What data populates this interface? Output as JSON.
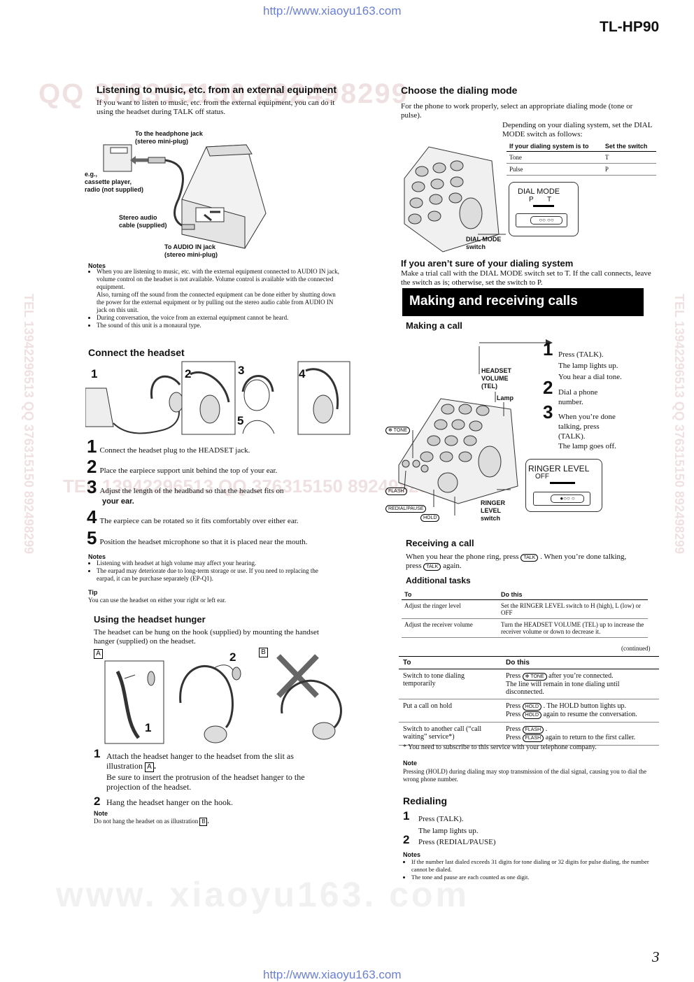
{
  "header": {
    "url_top": "http://www.xiaoyu163.com",
    "model": "TL-HP90",
    "url_bottom": "http://www.xiaoyu163.com",
    "page_number": "3"
  },
  "watermarks": {
    "qq_top": "QQ 376315150  892498299",
    "bottom_big": "www. xiaoyu163. com",
    "tel_right": "TEL 13942296513  QQ 376315150  892498299",
    "mid_tel": "TEL 13942296513  QQ 376315150  892498299"
  },
  "external": {
    "title": "Listening to music, etc. from an external equipment",
    "intro": "If you want to listen to music, etc. from the external equipment, you can do it using the headset during TALK off status.",
    "label_headphone": "To the headphone jack\n(stereo mini-plug)",
    "label_eg": "e.g.,\ncassette player,\nradio (not supplied)",
    "label_cable": "Stereo audio\ncable (supplied)",
    "label_audioin": "To AUDIO IN jack\n(stereo mini-plug)",
    "notes_title": "Notes",
    "notes": [
      "When you are listening to music, etc. with the external equipment connected to AUDIO IN jack, volume control on the headset is not available. Volume control is available with the connected equipment.\nAlso, turning off the sound from the connected equipment can be done either by shutting down the power for the external equipment or by pulling out the stereo audio cable from AUDIO IN jack on this unit.",
      "During conversation, the voice from an external equipment cannot be heard.",
      "The sound of this unit is a monaural type."
    ]
  },
  "connect": {
    "title": "Connect the headset",
    "fig_nums": [
      "1",
      "2",
      "3",
      "4",
      "5"
    ],
    "steps": [
      {
        "num": "1",
        "text": "Connect the headset plug to the HEADSET jack."
      },
      {
        "num": "2",
        "text": "Place the earpiece support unit behind the top of your ear."
      },
      {
        "num": "3",
        "text": "Adjust the length of the headband so that the headset fits on",
        "text2": "your ear."
      },
      {
        "num": "4",
        "text": "The earpiece can be rotated so it fits comfortably over either ear."
      },
      {
        "num": "5",
        "text": "Position the headset microphone so that it is placed near the mouth."
      }
    ],
    "notes_title": "Notes",
    "notes": [
      "Listening with headset at high volume may affect your hearing.",
      "The earpad may deteriorate due to long-term storage or use. If you need to replacing the earpad, it can be purchase separately (EP-Q1)."
    ],
    "tip_title": "Tip",
    "tip": "You can use the headset on either your right or left ear."
  },
  "hunger": {
    "title": "Using the headset hunger",
    "intro": "The headset can be hung on the hook (supplied) by mounting the handset hanger (supplied) on the headset.",
    "fig_a": "A",
    "fig_b": "B",
    "fig_1": "1",
    "fig_2": "2",
    "step1_num": "1",
    "step1_a": "Attach the headset hanger to the headset from the slit as",
    "step1_b": "illustration",
    "step1_box": "A",
    "step1_c": "Be sure to insert the protrusion of the headset hanger to the projection of the headset.",
    "step2_num": "2",
    "step2": "Hang the headset hanger on the hook.",
    "note_title": "Note",
    "note": "Do not hang the headset on as illustration",
    "note_box": "B"
  },
  "dialing": {
    "title": "Choose the dialing mode",
    "intro": "For the phone to work properly, select an appropriate dialing mode (tone or pulse).",
    "depending": "Depending on your dialing system, set the DIAL MODE switch as follows:",
    "table_head": [
      "If your dialing system is to",
      "Set the  switch"
    ],
    "table_rows": [
      [
        "Tone",
        "T"
      ],
      [
        "Pulse",
        "P"
      ]
    ],
    "switch_title": "DIAL  MODE",
    "switch_p": "P",
    "switch_t": "T",
    "switch_label": "DIAL MODE\nswitch",
    "unsure_title": "If you aren’t sure of your dialing system",
    "unsure_text": "Make a trial call with the DIAL MODE switch set to T. If the call connects, leave the switch as is; otherwise, set the switch to P."
  },
  "calls": {
    "banner": "Making and receiving calls",
    "making_title": "Making a call",
    "label_headset_vol": "HEADSET\nVOLUME\n(TEL)",
    "label_lamp": "Lamp",
    "label_tone": "✻ TONE",
    "label_flash": "FLASH",
    "label_redial": "REDIAL/PAUSE",
    "label_hold": "HOLD",
    "label_ringer_sw": "RINGER\nLEVEL\nswitch",
    "ringer_title": "RINGER LEVEL",
    "ringer_off": "OFF",
    "steps": [
      {
        "num": "1",
        "lines": [
          "Press  (TALK).",
          "The lamp lights up.",
          "You hear a dial tone."
        ]
      },
      {
        "num": "2",
        "lines": [
          "Dial a phone",
          "number."
        ]
      },
      {
        "num": "3",
        "lines": [
          "When you’re done",
          "talking, press",
          "(TALK).",
          "The lamp goes off."
        ]
      }
    ],
    "receiving_title": "Receiving a call",
    "receiving_a": "When you hear the phone ring, press",
    "receiving_talk": "TALK",
    "receiving_b": ". When you’re done talking,",
    "receiving_c": "press",
    "receiving_d": "again.",
    "additional_title": "Additional tasks",
    "tasks_head": [
      "To",
      "Do this"
    ],
    "tasks_rows": [
      [
        "Adjust the ringer level",
        "Set the RINGER LEVEL switch to H (high), L (low) or OFF"
      ],
      [
        "Adjust the receiver volume",
        "Turn the HEADSET VOLUME (TEL) up to increase the receiver volume or down to decrease it."
      ]
    ],
    "continued": "(continued)",
    "tasks2_head": [
      "To",
      "Do this"
    ],
    "tasks2_rows": [
      {
        "to": "Switch to tone dialing temporarily",
        "pre": "Press",
        "pill": "✻ TONE",
        "post": "after you’re connected.\nThe line will remain in tone dialing until disconnected.",
        "pre2": "",
        "pill2": "",
        "post2": ""
      },
      {
        "to": "Put a call on hold",
        "pre": "Press",
        "pill": "HOLD",
        "post": ". The HOLD button lights up.",
        "pre2": "Press",
        "pill2": "HOLD",
        "post2": "again to resume the conversation."
      },
      {
        "to": "Switch to another call (“call waiting” service*)",
        "pre": "Press",
        "pill": "FLASH",
        "post": ".",
        "pre2": "Press",
        "pill2": "FLASH",
        "post2": "again to return to the first caller."
      }
    ],
    "footnote": "*  You need to subscribe to this service with your telephone company.",
    "note_title": "Note",
    "note": "Pressing  (HOLD) during dialing may stop transmission of the dial signal, causing you to dial the wrong phone number."
  },
  "redialing": {
    "title": "Redialing",
    "step1_num": "1",
    "step1": "Press  (TALK).",
    "step1b": "The lamp lights up.",
    "step2_num": "2",
    "step2": "Press  (REDIAL/PAUSE)",
    "notes_title": "Notes",
    "notes": [
      "If the number last dialed exceeds 31 digits for tone dialing or 32 digits for pulse dialing, the number cannot be dialed.",
      "The tone and pause are each counted as one digit."
    ]
  }
}
